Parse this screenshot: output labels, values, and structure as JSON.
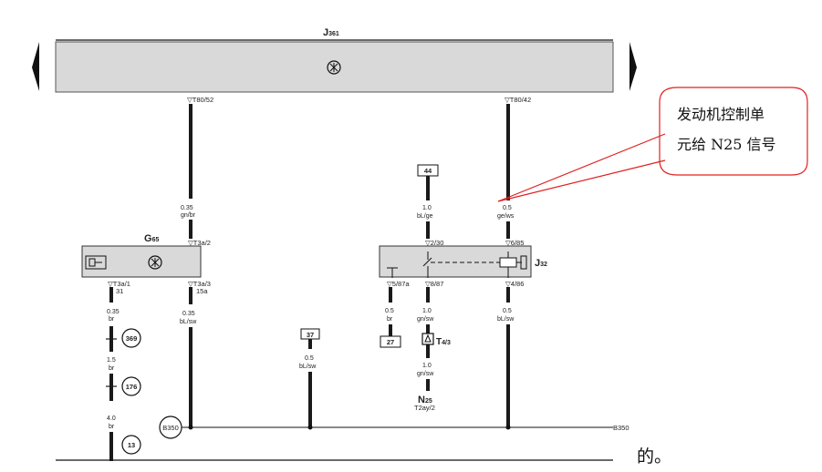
{
  "modules": {
    "j361": {
      "name": "J",
      "sub": "361"
    },
    "g65": {
      "name": "G",
      "sub": "65"
    },
    "j32": {
      "name": "J",
      "sub": "32"
    }
  },
  "connectors": {
    "t80_52": "T80/52",
    "t80_42": "T80/42",
    "t3a_2": "T3a/2",
    "t3a_1": "T3a/1",
    "t3a_1_b": "31",
    "t3a_3": "T3a/3",
    "t3a_3_b": "15a",
    "j32_2_30": "2/30",
    "j32_6_85": "6/85",
    "j32_5_87a": "5/87a",
    "j32_8_87": "8/87",
    "j32_4_86": "4/86",
    "t4_name": "T",
    "t4_sub": "4/3",
    "n25_name": "N",
    "n25_sub": "25",
    "n25_conn": "T2ay/2",
    "b350_circle": "B350",
    "b350_line": "B350"
  },
  "wires": {
    "w1": {
      "size": "0.35",
      "color": "gn/br"
    },
    "w2": {
      "size": "1.0",
      "color": "bL/ge"
    },
    "w3": {
      "size": "0.5",
      "color": "ge/ws"
    },
    "w4": {
      "size": "0.35",
      "color": "br"
    },
    "w5": {
      "size": "1.5",
      "color": "br"
    },
    "w6": {
      "size": "4.0",
      "color": "br"
    },
    "w7": {
      "size": "0.35",
      "color": "bL/sw"
    },
    "w8": {
      "size": "0.5",
      "color": "bL/sw"
    },
    "w9": {
      "size": "0.5",
      "color": "br"
    },
    "w10": {
      "size": "1.0",
      "color": "gn/sw"
    },
    "w11": {
      "size": "0.5",
      "color": "bL/sw"
    },
    "w12": {
      "size": "1.0",
      "color": "gn/sw"
    }
  },
  "refs": {
    "r44": "44",
    "r37": "37",
    "r27": "27"
  },
  "circle_refs": {
    "c369": "369",
    "c176": "176",
    "c13": "13"
  },
  "callout": {
    "line1": "发动机控制单",
    "line2": "元给 N25  信号"
  },
  "trailing_text": "的。",
  "colors": {
    "module_fill": "#d9d9d9",
    "callout_stroke": "#e02020",
    "wire": "#1a1a1a"
  }
}
